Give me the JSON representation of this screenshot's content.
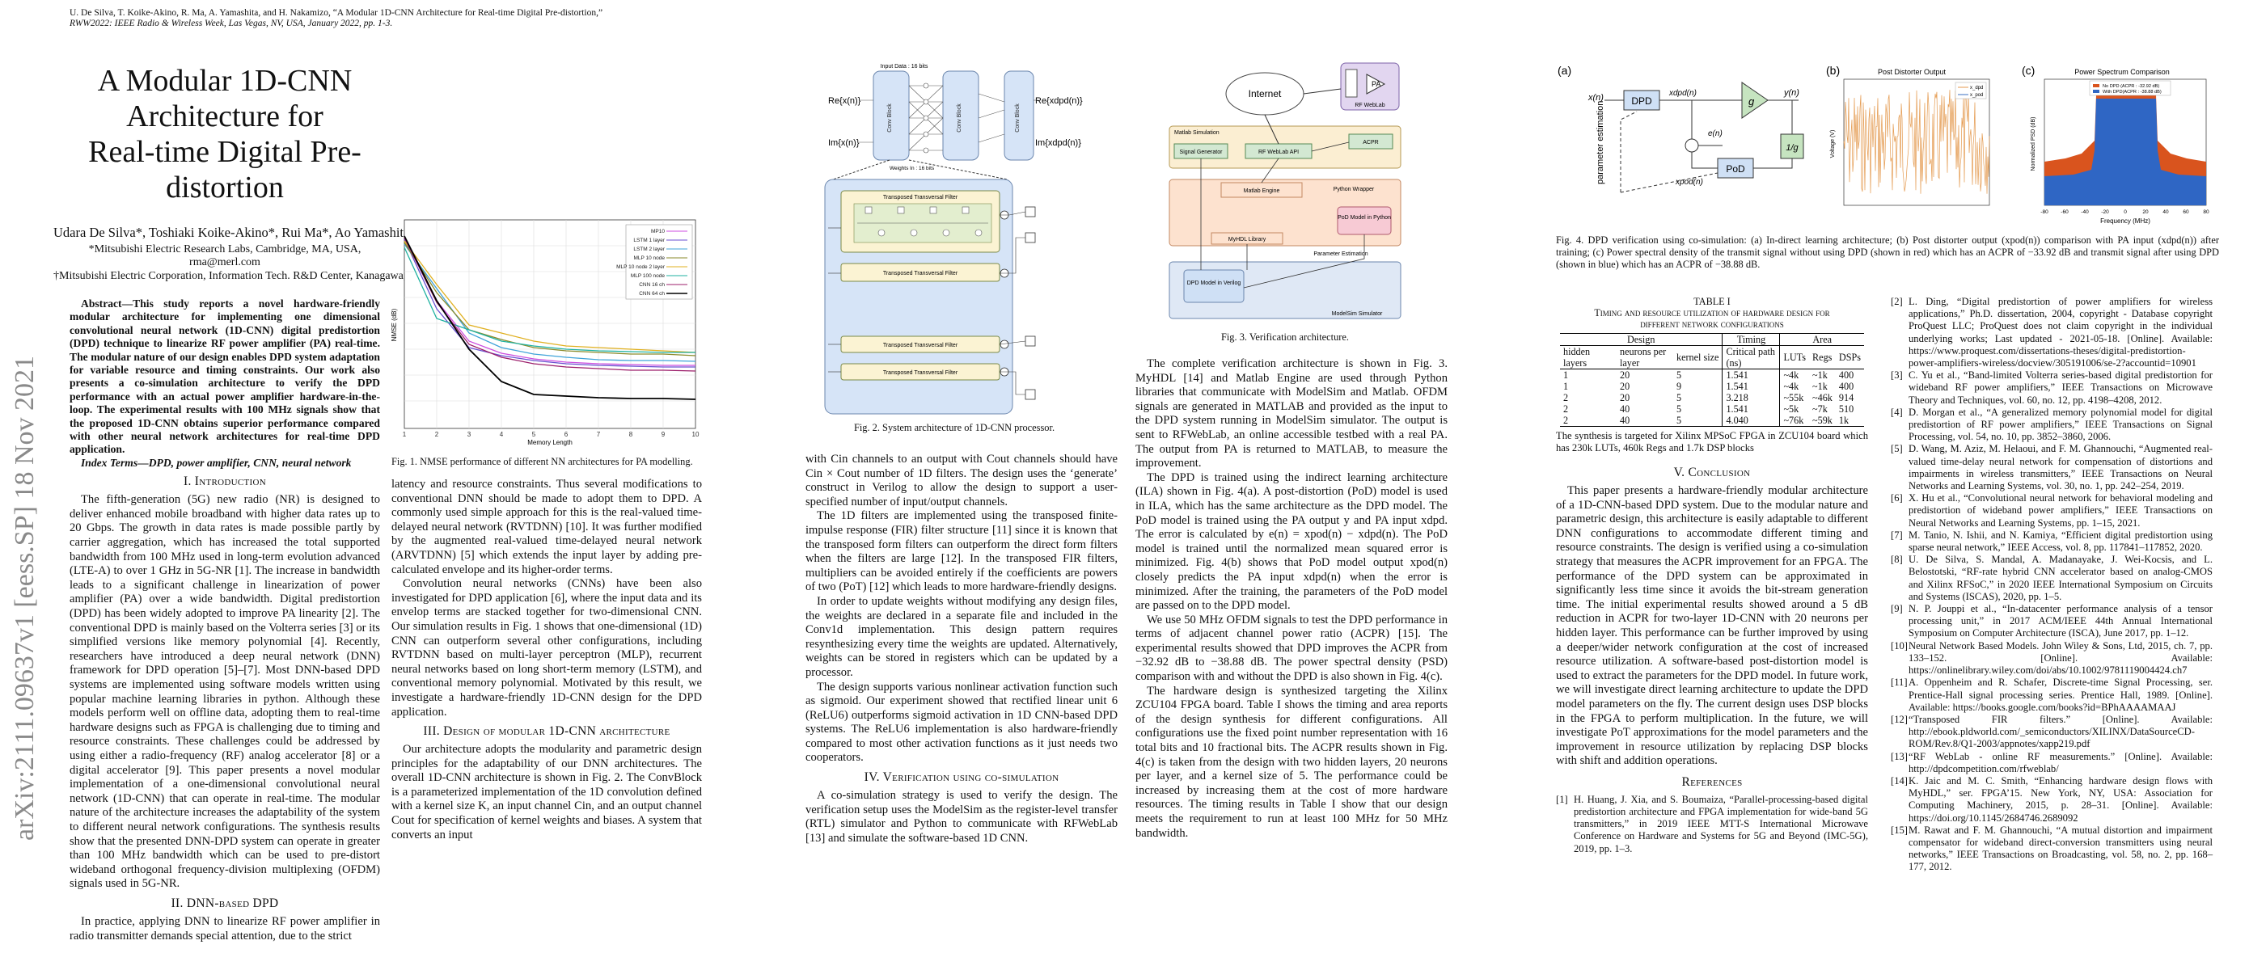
{
  "header": {
    "line1": "U. De Silva, T. Koike-Akino, R. Ma, A. Yamashita, and H. Nakamizo, “A Modular 1D-CNN Architecture for Real-time Digital Pre-distortion,”",
    "line2": "RWW2022: IEEE Radio & Wireless Week, Las Vegas, NV, USA, January 2022, pp. 1-3."
  },
  "arxiv": "arXiv:2111.09637v1  [eess.SP]  18 Nov 2021",
  "title_line1": "A Modular 1D-CNN Architecture for",
  "title_line2": "Real-time Digital Pre-distortion",
  "authors": "Udara De Silva*, Toshiaki Koike-Akino*, Rui Ma*, Ao Yamashita†, and Hideyuki Nakamizo†",
  "affil1": "*Mitsubishi Electric Research Labs, Cambridge, MA, USA, rma@merl.com",
  "affil2": "†Mitsubishi Electric Corporation, Information Tech. R&D Center, Kanagawa, Japan",
  "abstract": "Abstract—This study reports a novel hardware-friendly modular architecture for implementing one dimensional convolutional neural network (1D-CNN) digital predistortion (DPD) technique to linearize RF power amplifier (PA) real-time. The modular nature of our design enables DPD system adaptation for variable resource and timing constraints. Our work also presents a co-simulation architecture to verify the DPD performance with an actual power amplifier hardware-in-the-loop. The experimental results with 100 MHz signals show that the proposed 1D-CNN obtains superior performance compared with other neural network architectures for real-time DPD application.",
  "index_terms": "Index Terms—DPD, power amplifier, CNN, neural network",
  "sec1_title": "I. Introduction",
  "sec1_p1": "The fifth-generation (5G) new radio (NR) is designed to deliver enhanced mobile broadband with higher data rates up to 20 Gbps. The growth in data rates is made possible partly by carrier aggregation, which has increased the total supported bandwidth from 100 MHz used in long-term evolution advanced (LTE-A) to over 1 GHz in 5G-NR [1]. The increase in bandwidth leads to a significant challenge in linearization of power amplifier (PA) over a wide bandwidth. Digital predistortion (DPD) has been widely adopted to improve PA linearity [2]. The conventional DPD is mainly based on the Volterra series [3] or its simplified versions like memory polynomial [4]. Recently, researchers have introduced a deep neural network (DNN) framework for DPD operation [5]–[7]. Most DNN-based DPD systems are implemented using software models written using popular machine learning libraries in python. Although these models perform well on offline data, adopting them to real-time hardware designs such as FPGA is challenging due to timing and resource constraints. These challenges could be addressed by using either a radio-frequency (RF) analog accelerator [8] or a digital accelerator [9]. This paper presents a novel modular implementation of a one-dimensional convolutional neural network (1D-CNN) that can operate in real-time. The modular nature of the architecture increases the adaptability of the system to different neural network configurations. The synthesis results show that the presented DNN-DPD system can operate in greater than 100 MHz bandwidth which can be used to pre-distort wideband orthogonal frequency-division multiplexing (OFDM) signals used in 5G-NR.",
  "sec2_title": "II. DNN-based DPD",
  "sec2_p1": "In practice, applying DNN to linearize RF power amplifier in radio transmitter demands special attention, due to the strict",
  "fig1_caption": "Fig. 1.  NMSE performance of different NN architectures for PA modelling.",
  "fig1": {
    "ylabel": "NMSE (dB)",
    "xlabel": "Memory Length",
    "legend": [
      "MP10",
      "LSTM 1 layer",
      "LSTM 2 layer",
      "MLP 10 node",
      "MLP 10 node 2 layer",
      "MLP 100 node",
      "CNN 16 ch",
      "CNN 64 ch"
    ]
  },
  "col2_p1": "latency and resource constraints. Thus several modifications to conventional DNN should be made to adopt them to DPD. A commonly used simple approach for this is the real-valued time-delayed neural network (RVTDNN) [10]. It was further modified by the augmented real-valued time-delayed neural network (ARVTDNN) [5] which extends the input layer by adding pre-calculated envelope and its higher-order terms.",
  "col2_p2": "Convolution neural networks (CNNs) have been also investigated for DPD application [6], where the input data and its envelop terms are stacked together for two-dimensional CNN. Our simulation results in Fig. 1 shows that one-dimensional (1D) CNN can outperform several other configurations, including RVTDNN based on multi-layer perceptron (MLP), recurrent neural networks based on long short-term memory (LSTM), and conventional memory polynomial. Motivated by this result, we investigate a hardware-friendly 1D-CNN design for the DPD application.",
  "sec3_title": "III. Design of modular 1D-CNN architecture",
  "col2_p3": "Our architecture adopts the modularity and parametric design principles for the adaptability of our DNN architectures. The overall 1D-CNN architecture is shown in Fig. 2. The ConvBlock is a parameterized implementation of the 1D convolution defined with a kernel size K, an input channel Cin, and an output channel Cout for specification of kernel weights and biases. A system that converts an input",
  "fig2_caption": "Fig. 2.  System architecture of 1D-CNN processor.",
  "fig2": {
    "input_label": "Input Data : 16 bits",
    "block_label": "Conv Block",
    "weights_label": "Weights In : 16 bits",
    "in_re": "Re{x(n)}",
    "in_im": "Im{x(n)}",
    "out_re": "Re{xdpd(n)}",
    "out_im": "Im{xdpd(n)}",
    "filter_label": "Transposed Transversal Filter"
  },
  "col3_p1": "with Cin channels to an output with Cout channels should have Cin × Cout number of 1D filters. The design uses the ‘generate’ construct in Verilog to allow the design to support a user-specified number of input/output channels.",
  "col3_p2": "The 1D filters are implemented using the transposed finite-impulse response (FIR) filter structure [11] since it is known that the transposed form filters can outperform the direct form filters when the filters are large [12]. In the transposed FIR filters, multipliers can be avoided entirely if the coefficients are powers of two (PoT) [12] which leads to more hardware-friendly designs.",
  "col3_p3": "In order to update weights without modifying any design files, the weights are declared in a separate file and included in the Conv1d implementation. This design pattern requires resynthesizing every time the weights are updated. Alternatively, weights can be stored in registers which can be updated by a processor.",
  "col3_p4": "The design supports various nonlinear activation function such as sigmoid. Our experiment showed that rectified linear unit 6 (ReLU6) outperforms sigmoid activation in 1D CNN-based DPD systems. The ReLU6 implementation is also hardware-friendly compared to most other activation functions as it just needs two cooperators.",
  "sec4_title": "IV. Verification using co-simulation",
  "col3_p5": "A co-simulation strategy is used to verify the design. The verification setup uses the ModelSim as the register-level transfer (RTL) simulator and Python to communicate with RFWebLab [13] and simulate the software-based 1D CNN.",
  "fig3_caption": "Fig. 3.  Verification architecture.",
  "fig3": {
    "internet": "Internet",
    "pa": "PA",
    "rfweblab": "RF WebLab",
    "matlab_sim": "Matlab Simulation",
    "sig_gen": "Signal Generator",
    "api": "RF WebLab API",
    "acpr": "ACPR",
    "matlab_engine": "Matlab Engine",
    "python_wrapper": "Python Wrapper",
    "pod_model": "PoD Model in Python",
    "myhdl": "MyHDL Library",
    "param_est": "Parameter Estimation",
    "dpd_verilog": "DPD Model in Verilog",
    "modelsim": "ModelSim Simulator"
  },
  "col4_p1": "The complete verification architecture is shown in Fig. 3. MyHDL [14] and Matlab Engine are used through Python libraries that communicate with ModelSim and Matlab. OFDM signals are generated in MATLAB and provided as the input to the DPD system running in ModelSim simulator. The output is sent to RFWebLab, an online accessible testbed with a real PA. The output from PA is returned to MATLAB, to measure the improvement.",
  "col4_p2": "The DPD is trained using the indirect learning architecture (ILA) shown in Fig. 4(a). A post-distortion (PoD) model is used in ILA, which has the same architecture as the DPD model. The PoD model is trained using the PA output y and PA input xdpd. The error is calculated by e(n) = xpod(n) − xdpd(n). The PoD model is trained until the normalized mean squared error is minimized. Fig. 4(b) shows that PoD model output xpod(n) closely predicts the PA input xdpd(n) when the error is minimized. After the training, the parameters of the PoD model are passed on to the DPD model.",
  "col4_p3": "We use 50 MHz OFDM signals to test the DPD performance in terms of adjacent channel power ratio (ACPR) [15]. The experimental results showed that DPD improves the ACPR from −32.92 dB to −38.88 dB. The power spectral density (PSD) comparison with and without the DPD is also shown in Fig. 4(c).",
  "col4_p4": "The hardware design is synthesized targeting the Xilinx ZCU104 FPGA board. Table I shows the timing and area reports of the design synthesis for different configurations. All configurations use the fixed point number representation with 16 total bits and 10 fractional bits. The ACPR results shown in Fig. 4(c) is taken from the design with two hidden layers, 20 neurons per layer, and a kernel size of 5. The performance could be increased by increasing them at the cost of more hardware resources. The timing results in Table I show that our design meets the requirement to run at least 100 MHz for 50 MHz bandwidth.",
  "fig4": {
    "label_a": "(a)",
    "label_b": "(b)",
    "label_c": "(c)",
    "x_n": "x(n)",
    "dpd": "DPD",
    "x_dpd": "xdpd(n)",
    "g": "g",
    "y_n": "y(n)",
    "e_n": "e(n)",
    "inv_g": "1/g",
    "pod": "PoD",
    "x_pod": "xpod(n)",
    "param_est": "parameter estimation",
    "title_b": "Post Distorter Output",
    "legend_b": [
      "x_dpd",
      "x_pod"
    ],
    "title_c": "Power Spectrum Comparison",
    "legend_c": [
      "No DPD  (ACPR : -32.92 dB)",
      "With DPD(ACPR : -38.88 dB)"
    ],
    "xlabel_c": "Frequency (MHz)",
    "ylabel_c": "Normalized PSD (dB)",
    "ylabel_b": "Voltage (V)",
    "xticks_c": [
      "-80",
      "-60",
      "-40",
      "-20",
      "0",
      "20",
      "40",
      "60",
      "80"
    ]
  },
  "fig4_caption": "Fig. 4.  DPD verification using co-simulation: (a) In-direct learning architecture; (b) Post distorter output (xpod(n)) comparison with PA input (xdpd(n)) after training; (c) Power spectral density of the transmit signal without using DPD (shown in red) which has an ACPR of −33.92 dB and transmit signal after using DPD (shown in blue) which has an ACPR of −38.88 dB.",
  "table": {
    "title1": "TABLE I",
    "title2": "Timing and resource utilization of hardware design for",
    "title3": "different network configurations",
    "group_headers": [
      "Design",
      "Timing",
      "Area"
    ],
    "headers": [
      "hidden layers",
      "neurons per layer",
      "kernel size",
      "Critical path (ns)",
      "LUTs",
      "Regs",
      "DSPs"
    ],
    "rows": [
      [
        "1",
        "20",
        "5",
        "1.541",
        "~4k",
        "~1k",
        "400"
      ],
      [
        "1",
        "20",
        "9",
        "1.541",
        "~4k",
        "~1k",
        "400"
      ],
      [
        "2",
        "20",
        "5",
        "3.218",
        "~55k",
        "~46k",
        "914"
      ],
      [
        "2",
        "40",
        "5",
        "1.541",
        "~5k",
        "~7k",
        "510"
      ],
      [
        "2",
        "40",
        "5",
        "4.040",
        "~76k",
        "~59k",
        "1k"
      ]
    ],
    "note": "The synthesis is targeted for Xilinx MPSoC FPGA in ZCU104 board which has 230k LUTs, 460k Regs and 1.7k DSP blocks"
  },
  "sec5_title": "V. Conclusion",
  "col5_p1": "This paper presents a hardware-friendly modular architecture of a 1D-CNN-based DPD system. Due to the modular nature and parametric design, this architecture is easily adaptable to different DNN configurations to accommodate different timing and resource constraints. The design is verified using a co-simulation strategy that measures the ACPR improvement for an FPGA. The performance of the DPD system can be approximated in significantly less time since it avoids the bit-stream generation time. The initial experimental results showed around a 5 dB reduction in ACPR for two-layer 1D-CNN with 20 neurons per hidden layer. This performance can be further improved by using a deeper/wider network configuration at the cost of increased resource utilization. A software-based post-distortion model is used to extract the parameters for the DPD model. In future work, we will investigate direct learning architecture to update the DPD model parameters on the fly. The current design uses DSP blocks in the FPGA to perform multiplication. In the future, we will investigate PoT approximations for the model parameters and the improvement in resource utilization by replacing DSP blocks with shift and addition operations.",
  "ref_title": "References",
  "refs_col5": [
    {
      "n": "[1]",
      "t": "H. Huang, J. Xia, and S. Boumaiza, “Parallel-processing-based digital predistortion architecture and FPGA implementation for wide-band 5G transmitters,” in 2019 IEEE MTT-S International Microwave Conference on Hardware and Systems for 5G and Beyond (IMC-5G), 2019, pp. 1–3."
    }
  ],
  "refs_col6": [
    {
      "n": "[2]",
      "t": "L. Ding, “Digital predistortion of power amplifiers for wireless applications,” Ph.D. dissertation, 2004, copyright - Database copyright ProQuest LLC; ProQuest does not claim copyright in the individual underlying works; Last updated - 2021-05-18. [Online]. Available: https://www.proquest.com/dissertations-theses/digital-predistortion-power-amplifiers-wireless/docview/305191006/se-2?accountid=10901"
    },
    {
      "n": "[3]",
      "t": "C. Yu et al., “Band-limited Volterra series-based digital predistortion for wideband RF power amplifiers,” IEEE Transactions on Microwave Theory and Techniques, vol. 60, no. 12, pp. 4198–4208, 2012."
    },
    {
      "n": "[4]",
      "t": "D. Morgan et al., “A generalized memory polynomial model for digital predistortion of RF power amplifiers,” IEEE Transactions on Signal Processing, vol. 54, no. 10, pp. 3852–3860, 2006."
    },
    {
      "n": "[5]",
      "t": "D. Wang, M. Aziz, M. Helaoui, and F. M. Ghannouchi, “Augmented real-valued time-delay neural network for compensation of distortions and impairments in wireless transmitters,” IEEE Transactions on Neural Networks and Learning Systems, vol. 30, no. 1, pp. 242–254, 2019."
    },
    {
      "n": "[6]",
      "t": "X. Hu et al., “Convolutional neural network for behavioral modeling and predistortion of wideband power amplifiers,” IEEE Transactions on Neural Networks and Learning Systems, pp. 1–15, 2021."
    },
    {
      "n": "[7]",
      "t": "M. Tanio, N. Ishii, and N. Kamiya, “Efficient digital predistortion using sparse neural network,” IEEE Access, vol. 8, pp. 117841–117852, 2020."
    },
    {
      "n": "[8]",
      "t": "U. De Silva, S. Mandal, A. Madanayake, J. Wei-Kocsis, and L. Belostotski, “RF-rate hybrid CNN accelerator based on analog-CMOS and Xilinx RFSoC,” in 2020 IEEE International Symposium on Circuits and Systems (ISCAS), 2020, pp. 1–5."
    },
    {
      "n": "[9]",
      "t": "N. P. Jouppi et al., “In-datacenter performance analysis of a tensor processing unit,” in 2017 ACM/IEEE 44th Annual International Symposium on Computer Architecture (ISCA), June 2017, pp. 1–12."
    },
    {
      "n": "[10]",
      "t": "Neural Network Based Models. John Wiley & Sons, Ltd, 2015, ch. 7, pp. 133–152. [Online]. Available: https://onlinelibrary.wiley.com/doi/abs/10.1002/9781119004424.ch7"
    },
    {
      "n": "[11]",
      "t": "A. Oppenheim and R. Schafer, Discrete-time Signal Processing, ser. Prentice-Hall signal processing series. Prentice Hall, 1989. [Online]. Available: https://books.google.com/books?id=BPhAAAAMAAJ"
    },
    {
      "n": "[12]",
      "t": "“Transposed FIR filters.” [Online]. Available: http://ebook.pldworld.com/_semiconductors/XILINX/DataSourceCD-ROM/Rev.8/Q1-2003/appnotes/xapp219.pdf"
    },
    {
      "n": "[13]",
      "t": "“RF WebLab - online RF measurements.” [Online]. Available: http://dpdcompetition.com/rfweblab/"
    },
    {
      "n": "[14]",
      "t": "K. Jaic and M. C. Smith, “Enhancing hardware design flows with MyHDL,” ser. FPGA’15. New York, NY, USA: Association for Computing Machinery, 2015, p. 28–31. [Online]. Available: https://doi.org/10.1145/2684746.2689092"
    },
    {
      "n": "[15]",
      "t": "M. Rawat and F. M. Ghannouchi, “A mutual distortion and impairment compensator for wideband direct-conversion transmitters using neural networks,” IEEE Transactions on Broadcasting, vol. 58, no. 2, pp. 168–177, 2012."
    }
  ]
}
